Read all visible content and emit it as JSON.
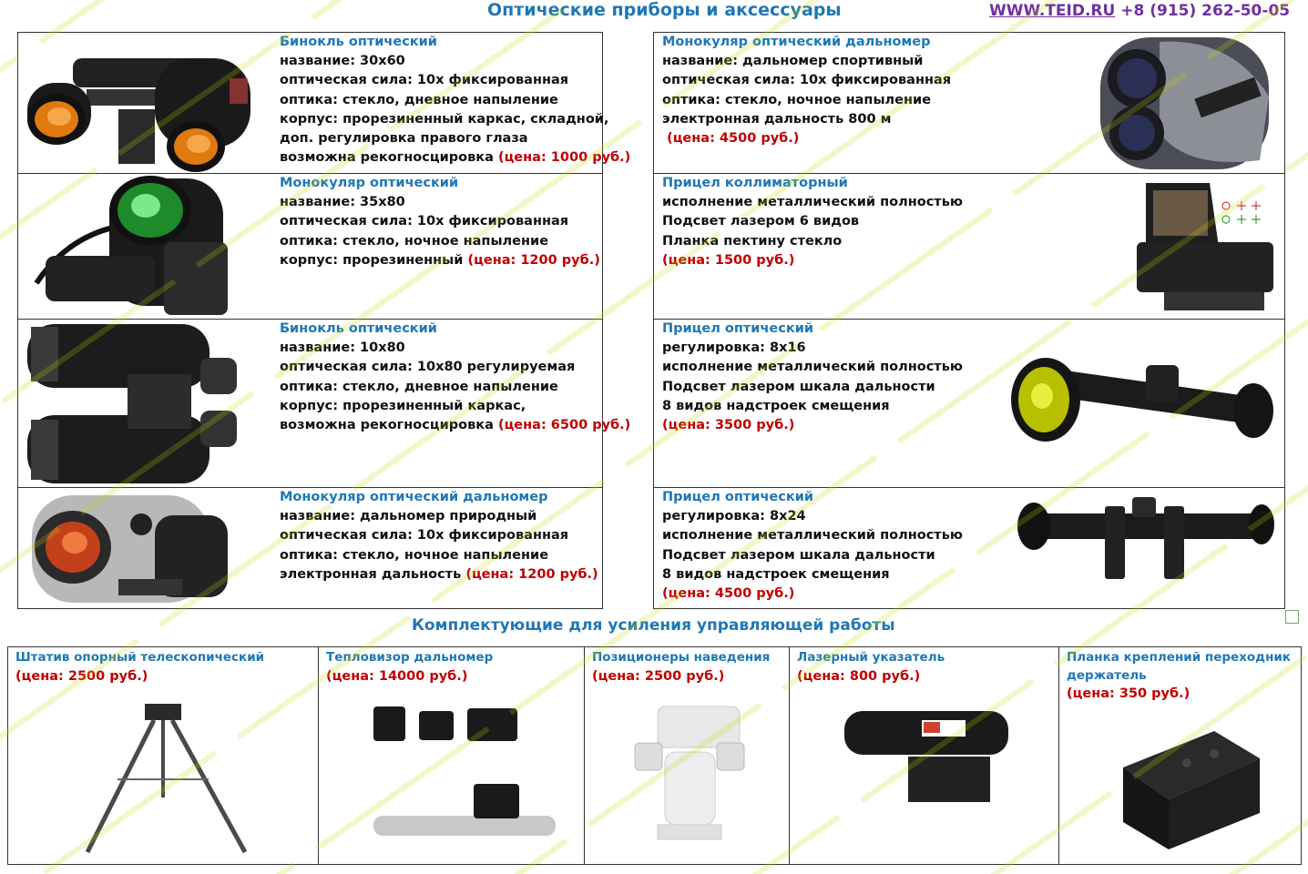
{
  "header": {
    "title": "Оптические приборы и аксессуары",
    "site_url": "WWW.TEID.RU",
    "phone": "+8 (915) 262-50-05"
  },
  "left_products": [
    {
      "name": "Бинокль оптический",
      "lines": [
        "название: 30х60",
        "оптическая сила: 10х фиксированная",
        "оптика: стекло, дневное напыление",
        "корпус: прорезиненный каркас, складной,",
        "доп. регулировка правого глаза",
        "возможна рекогносцировка"
      ],
      "price": "(цена: 1000 руб.)"
    },
    {
      "name": "Монокуляр оптический",
      "lines": [
        "название: 35х80",
        "оптическая сила: 10х фиксированная",
        "оптика: стекло, ночное напыление",
        "корпус: прорезиненный"
      ],
      "price": "(цена: 1200 руб.)"
    },
    {
      "name": "Бинокль оптический",
      "lines": [
        "название: 10х80",
        "оптическая сила: 10х80 регулируемая",
        "оптика: стекло, дневное напыление",
        "корпус: прорезиненный каркас,",
        "возможна рекогносцировка"
      ],
      "price": "(цена: 6500 руб.)"
    },
    {
      "name": "Монокуляр оптический дальномер",
      "lines": [
        "название: дальномер природный",
        "оптическая сила: 10х фиксированная",
        "оптика: стекло, ночное напыление",
        "электронная дальность"
      ],
      "price": "(цена: 1200 руб.)"
    }
  ],
  "right_products": [
    {
      "name": "Монокуляр оптический дальномер",
      "lines": [
        "название: дальномер спортивный",
        "оптическая сила: 10х фиксированная",
        "оптика: стекло, ночное напыление",
        "электронная дальность 800 м"
      ],
      "price": "(цена: 4500 руб.)"
    },
    {
      "name": "Прицел коллиматорный",
      "lines": [
        "исполнение металлический полностью",
        "Подсвет лазером 6 видов",
        "Планка пектину стекло"
      ],
      "price": "(цена: 1500 руб.)"
    },
    {
      "name": "Прицел оптический",
      "lines": [
        "регулировка: 8х16",
        "исполнение металлический полностью",
        "Подсвет лазером шкала дальности",
        "8 видов надстроек смещения"
      ],
      "price": "(цена: 3500 руб.)"
    },
    {
      "name": "Прицел оптический",
      "lines": [
        "регулировка: 8х24",
        "исполнение металлический полностью",
        "Подсвет лазером шкала дальности",
        "8 видов надстроек смещения"
      ],
      "price": "(цена: 4500 руб.)"
    }
  ],
  "accessories_title": "Комплектующие для усиления управляющей работы",
  "accessories": [
    {
      "name": "Штатив опорный телескопический",
      "price": "(цена: 2500 руб.)"
    },
    {
      "name": "Тепловизор дальномер",
      "price": "(цена: 14000 руб.)"
    },
    {
      "name": "Позиционеры наведения",
      "price": "(цена: 2500 руб.)"
    },
    {
      "name": "Лазерный указатель",
      "price": "(цена: 800 руб.)"
    },
    {
      "name": "Планка креплений переходник держатель",
      "price": "(цена: 350 руб.)"
    }
  ],
  "product_images": {
    "binocular_small": "binocular-30x60",
    "monocular": "monocular-35x80",
    "binocular_large": "binocular-10x80",
    "rangefinder_silver": "rangefinder-silver",
    "rangefinder_sport": "rangefinder-bresser",
    "red_dot": "collimator-sight",
    "scope_short": "scope-8x16",
    "scope_long": "scope-8x24"
  },
  "colors": {
    "heading_blue": "#1f78b4",
    "price_red": "#c00000",
    "site_purple": "#7030a0",
    "watermark": "#c8d400"
  }
}
